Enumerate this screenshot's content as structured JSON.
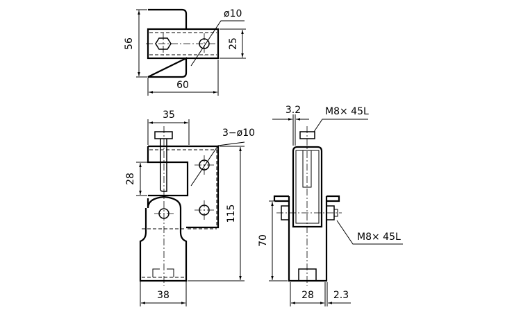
{
  "top_view": {
    "height_dim": "56",
    "width_dim": "60",
    "channel_dim": "25",
    "hole_label": "ø10"
  },
  "front_view": {
    "top_width_dim": "35",
    "slot_dim": "28",
    "height_dim": "115",
    "bottom_width_dim": "38",
    "holes_label": "3−ø10"
  },
  "side_view": {
    "thickness_top_dim": "3.2",
    "bolt_top_label": "M8× 45L",
    "bolt_side_label": "M8× 45L",
    "height_dim": "70",
    "width_dim": "28",
    "thickness_bottom_dim": "2.3"
  }
}
